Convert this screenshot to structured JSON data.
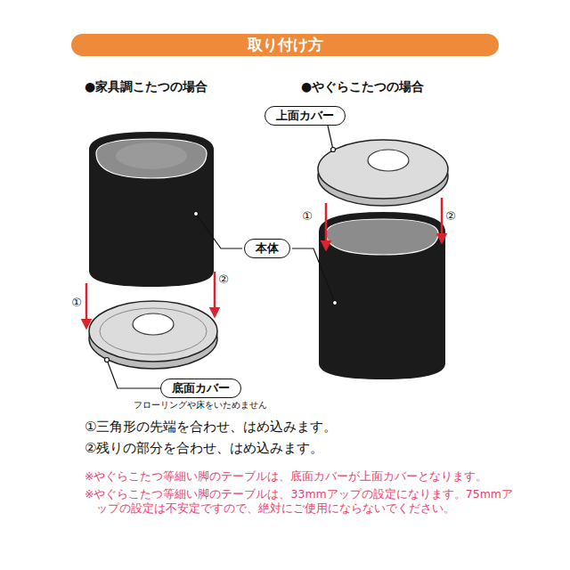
{
  "diagram": {
    "title": "取り付け方",
    "nodes": [
      {
        "text": [
          "上面カバー"
        ]
      },
      {
        "text": [
          "本体"
        ]
      },
      {
        "text": [
          "底面カバー"
        ]
      }
    ],
    "labels": [
      "●家具調こたつの場合",
      "●やぐらこたつの場合",
      "①",
      "②",
      "②",
      "①",
      "フローリングや床をいためません",
      "①三角形の先端を合わせ、はめ込みます。",
      "②残りの部分を合わせ、はめ込みます。",
      "※やぐらこたつ等細い脚のテーブルは、底面カバーが上面カバーとなります。",
      "※やぐらこたつ等細い脚のテーブルは、33mmアップの設定になります。75mmアップの設定は不安定ですので、絶対にご使用にならないでください。"
    ]
  }
}
